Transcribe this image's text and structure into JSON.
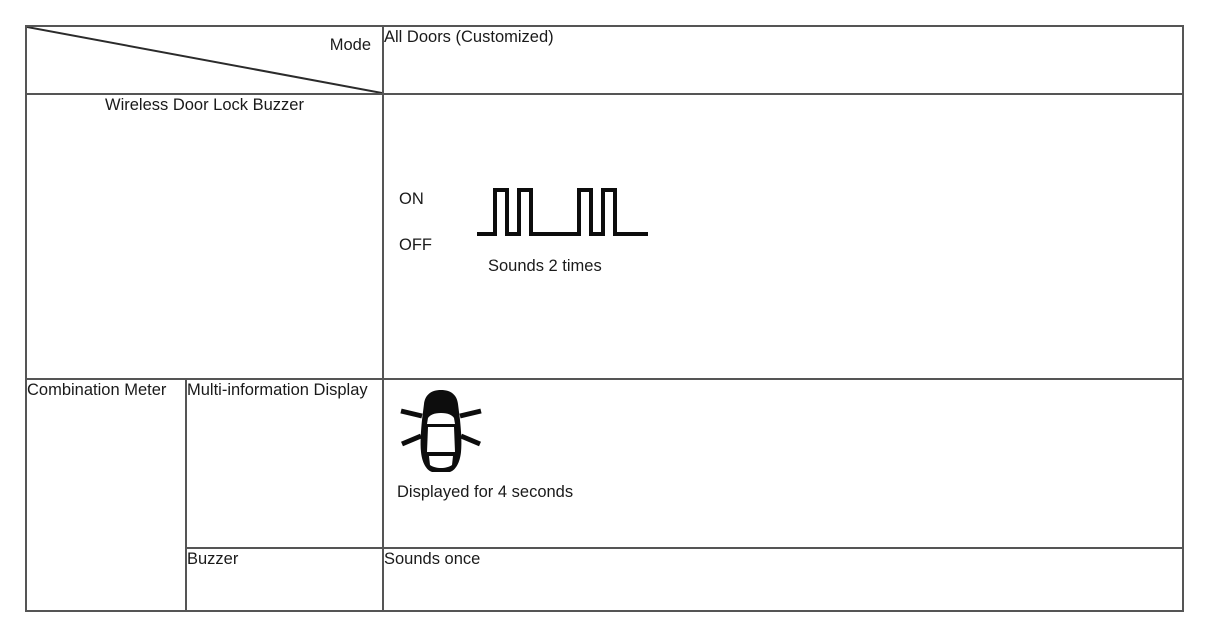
{
  "table": {
    "header": {
      "corner_label": "Mode",
      "mode_value": "All Doors (Customized)"
    },
    "rows": [
      {
        "label": "Wireless Door Lock Buzzer",
        "waveform": {
          "on_label": "ON",
          "off_label": "OFF",
          "caption": "Sounds 2 times",
          "pulse_count": 4,
          "groups": 2
        }
      },
      {
        "group_label": "Combination Meter",
        "sub_label": "Multi-information Display",
        "icon_name": "car-wireless-lock-indicator-icon",
        "caption": "Displayed for 4 seconds"
      },
      {
        "sub_label": "Buzzer",
        "value": "Sounds once"
      }
    ]
  },
  "colors": {
    "border": "#555555",
    "ink": "#1a1a1a",
    "background": "#ffffff"
  }
}
